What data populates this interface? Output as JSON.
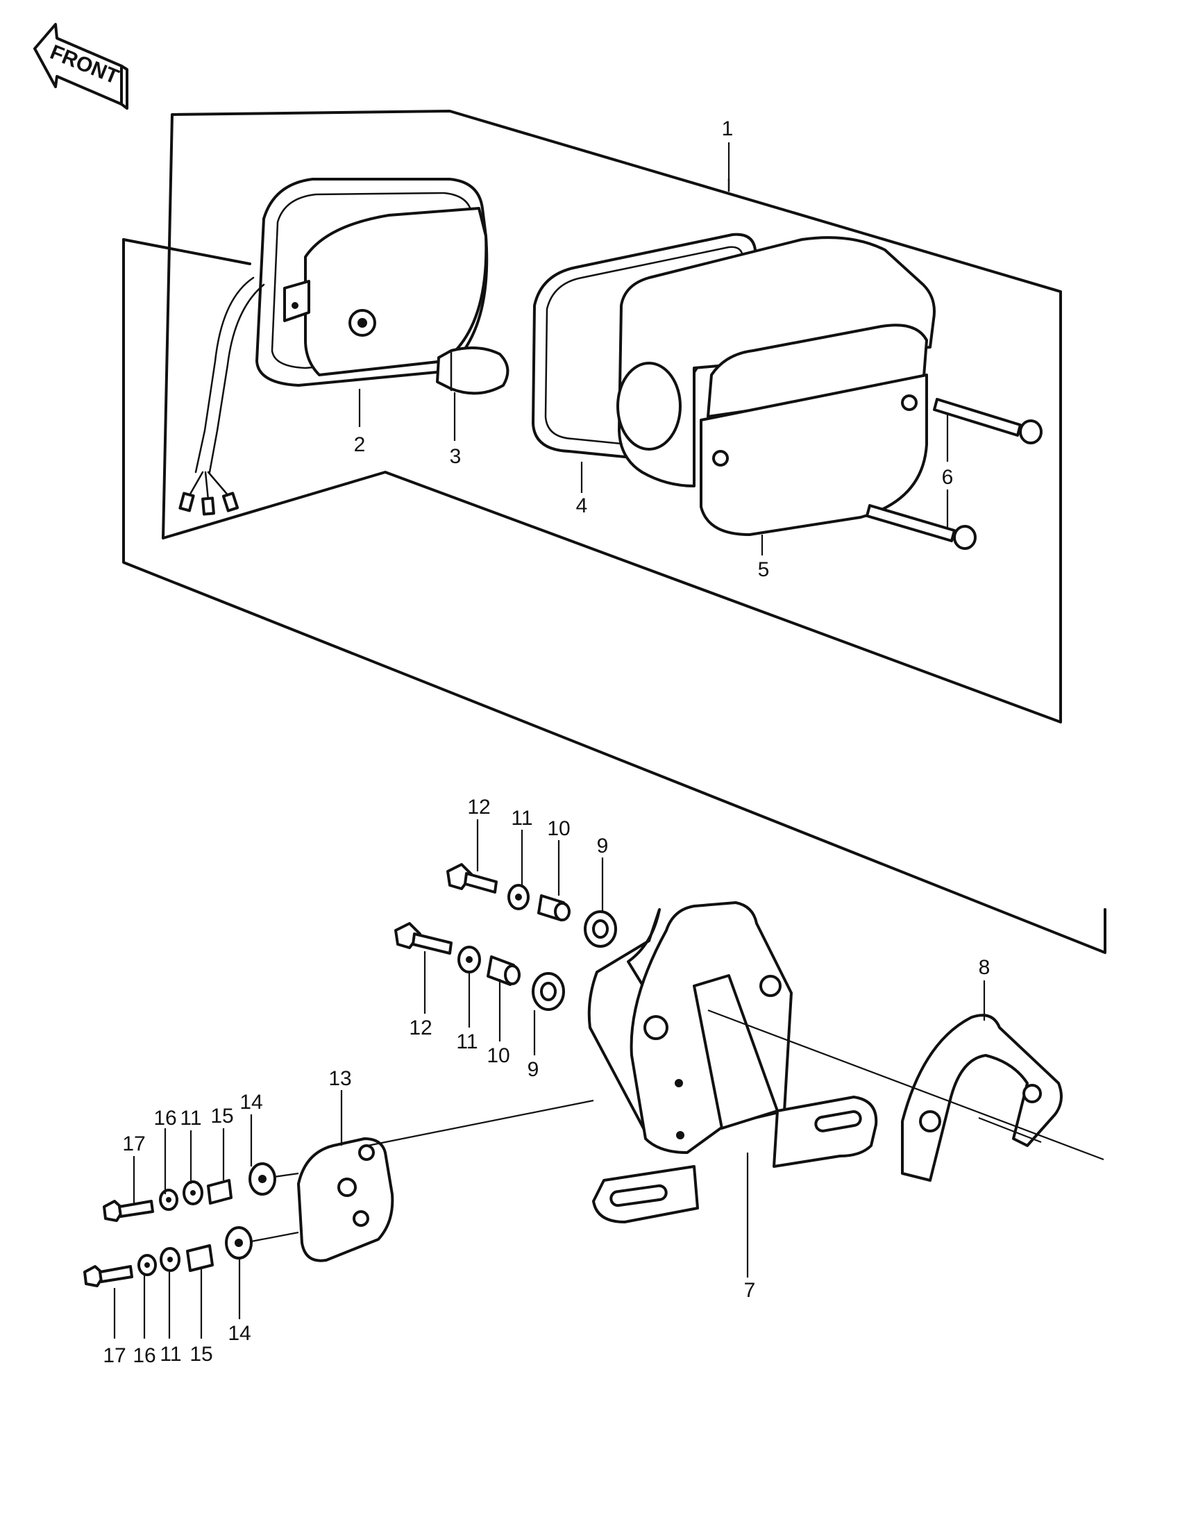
{
  "direction_arrow": {
    "label": "FRONT"
  },
  "callouts": {
    "p1": "1",
    "p2": "2",
    "p3": "3",
    "p4": "4",
    "p5": "5",
    "p6": "6",
    "p7": "7",
    "p8": "8",
    "p9a": "9",
    "p9b": "9",
    "p10a": "10",
    "p10b": "10",
    "p11a": "11",
    "p11b": "11",
    "p11c": "11",
    "p11d": "11",
    "p12a": "12",
    "p12b": "12",
    "p13": "13",
    "p14a": "14",
    "p14b": "14",
    "p15a": "15",
    "p15b": "15",
    "p16a": "16",
    "p16b": "16",
    "p17a": "17",
    "p17b": "17"
  }
}
